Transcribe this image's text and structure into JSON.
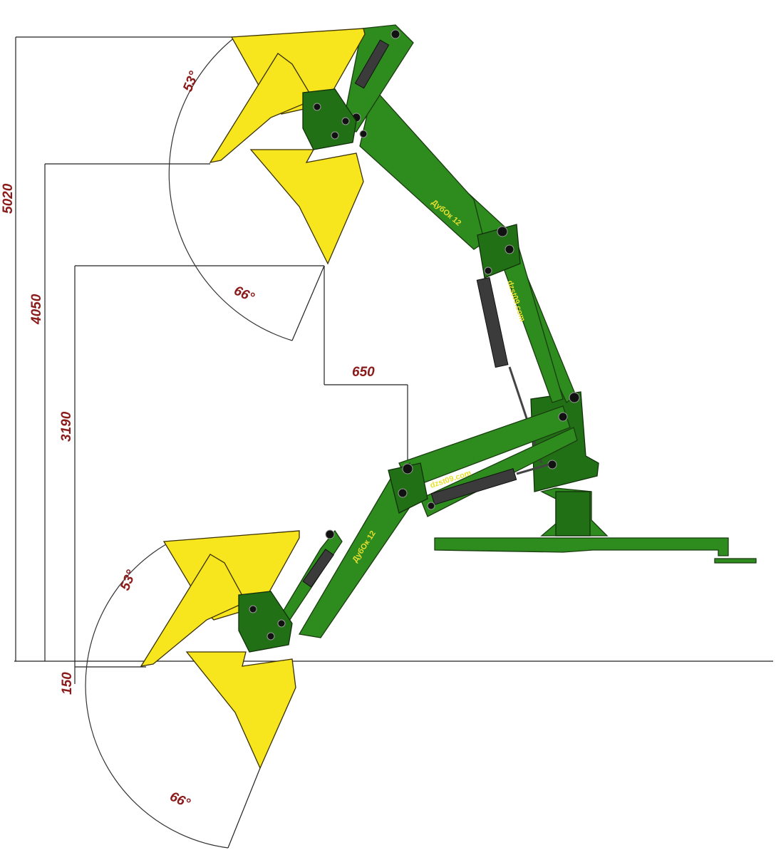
{
  "colors": {
    "frame": "#2e8b1e",
    "bucket": "#f7e51e",
    "dimension_text": "#8b1a1a"
  },
  "dimensions": {
    "max_height": "5020",
    "pin_height": "4050",
    "dump_height": "3190",
    "reach": "650",
    "dig_depth": "150"
  },
  "angles": {
    "top_rollback": "53°",
    "top_dump": "66°",
    "bottom_rollback": "53°",
    "bottom_dump": "66°"
  },
  "arm_labels": {
    "upper_boom_model": "ДубОк 12",
    "upper_boom_site": "dzst09.com",
    "lower_boom_site": "dzst09.com",
    "lower_boom_model": "ДубОк 12"
  }
}
